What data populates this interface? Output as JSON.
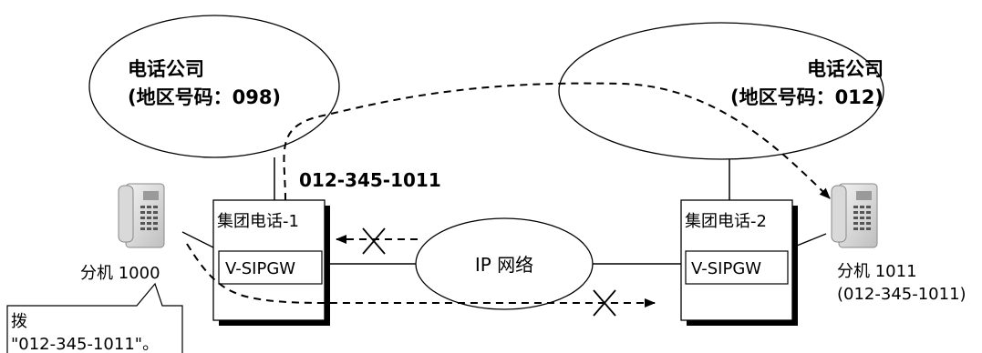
{
  "carriers": {
    "left": {
      "name": "电话公司",
      "area": "(地区号码：098)"
    },
    "right": {
      "name": "电话公司",
      "area": "(地区号码：012)"
    }
  },
  "pbx": {
    "left": {
      "name": "集团电话-1",
      "module": "V-SIPGW"
    },
    "right": {
      "name": "集团电话-2",
      "module": "V-SIPGW"
    }
  },
  "network": {
    "label": "IP 网络"
  },
  "dialed_number": "012-345-1011",
  "extensions": {
    "left": {
      "label": "分机 1000"
    },
    "right": {
      "label": "分机 1011",
      "number": "(012-345-1011)"
    }
  },
  "callout": {
    "line1": "拨",
    "line2": "\"012-345-1011\"。"
  }
}
